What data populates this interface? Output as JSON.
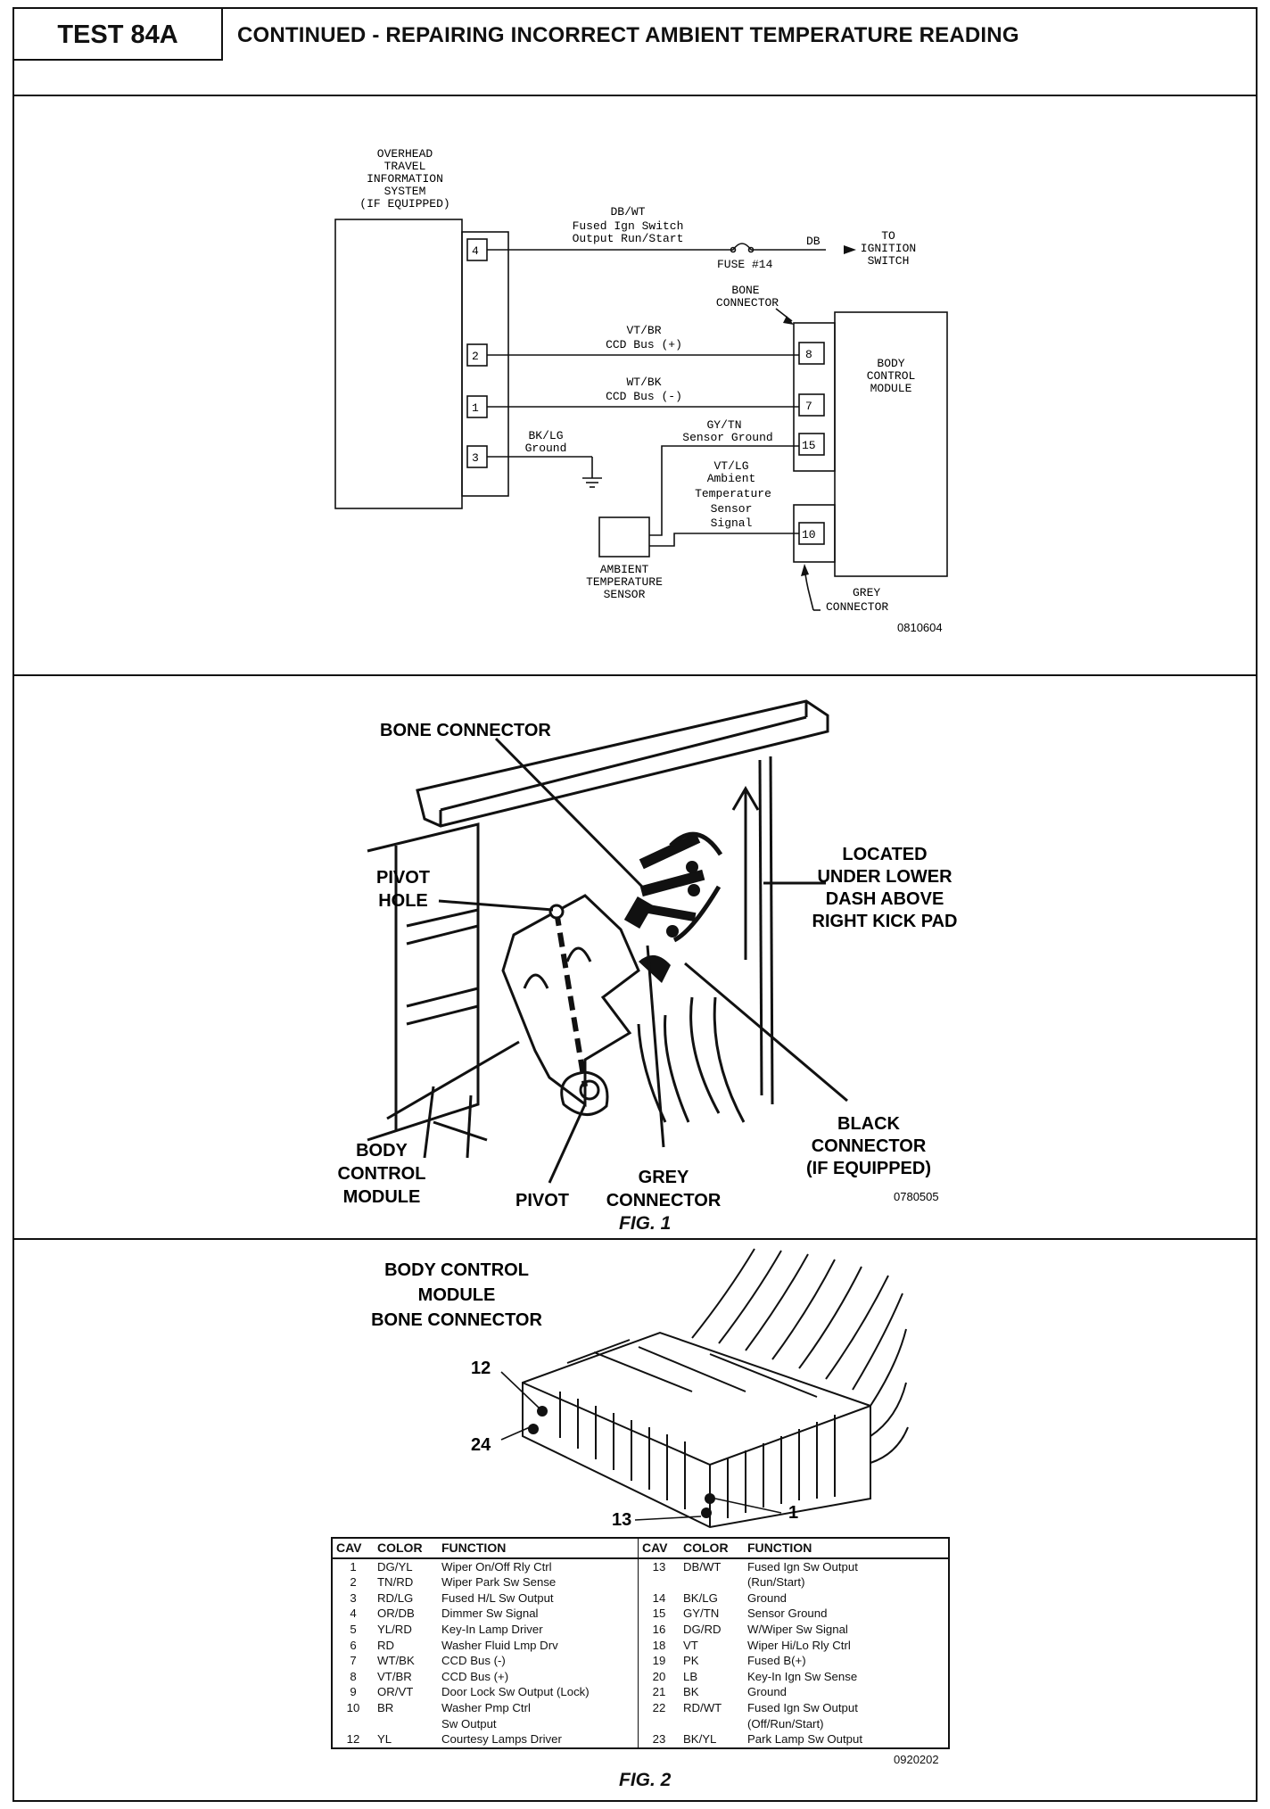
{
  "header": {
    "test_id": "TEST 84A",
    "title": "CONTINUED - REPAIRING INCORRECT AMBIENT TEMPERATURE READING"
  },
  "wiring_diagram": {
    "otis_label": [
      "OVERHEAD",
      "TRAVEL",
      "INFORMATION",
      "SYSTEM",
      "(IF EQUIPPED)"
    ],
    "pins": [
      "4",
      "2",
      "1",
      "3"
    ],
    "wire_4_color": "DB/WT",
    "wire_4_desc": [
      "Fused Ign Switch",
      "Output Run/Start"
    ],
    "fuse_label": "FUSE #14",
    "fuse_out_color": "DB",
    "to_ignition": [
      "TO",
      "IGNITION",
      "SWITCH"
    ],
    "bone_connector": [
      "BONE",
      "CONNECTOR"
    ],
    "wire_2_color": "VT/BR",
    "wire_2_desc": "CCD Bus (+)",
    "wire_1_color": "WT/BK",
    "wire_1_desc": "CCD Bus (-)",
    "wire_3_color": "BK/LG",
    "wire_3_desc": "Ground",
    "wire_15_color": "GY/TN",
    "wire_15_desc": "Sensor Ground",
    "wire_10_color": "VT/LG",
    "wire_10_desc": [
      "Ambient",
      "Temperature",
      "Sensor",
      "Signal"
    ],
    "bcm_pins": [
      "8",
      "7",
      "15",
      "10"
    ],
    "bcm_label": [
      "BODY",
      "CONTROL",
      "MODULE"
    ],
    "sensor_label": [
      "AMBIENT",
      "TEMPERATURE",
      "SENSOR"
    ],
    "grey_connector": [
      "GREY",
      "CONNECTOR"
    ],
    "code": "0810604"
  },
  "fig1": {
    "bone_connector": "BONE CONNECTOR",
    "pivot_hole": [
      "PIVOT",
      "HOLE"
    ],
    "located": [
      "LOCATED",
      "UNDER LOWER",
      "DASH ABOVE",
      "RIGHT KICK PAD"
    ],
    "black_connector": [
      "BLACK",
      "CONNECTOR",
      "(IF EQUIPPED)"
    ],
    "body_control_module": [
      "BODY",
      "CONTROL",
      "MODULE"
    ],
    "pivot": "PIVOT",
    "grey_connector": [
      "GREY",
      "CONNECTOR"
    ],
    "code": "0780505",
    "caption": "FIG. 1"
  },
  "fig2": {
    "title": [
      "BODY CONTROL",
      "MODULE",
      "BONE CONNECTOR"
    ],
    "callouts": [
      "12",
      "24",
      "13",
      "1"
    ],
    "table_headers": [
      "CAV",
      "COLOR",
      "FUNCTION",
      "CAV",
      "COLOR",
      "FUNCTION"
    ],
    "left_rows": [
      {
        "cav": "1",
        "color": "DG/YL",
        "function": "Wiper On/Off Rly Ctrl"
      },
      {
        "cav": "2",
        "color": "TN/RD",
        "function": "Wiper Park Sw Sense"
      },
      {
        "cav": "3",
        "color": "RD/LG",
        "function": "Fused H/L Sw Output"
      },
      {
        "cav": "4",
        "color": "OR/DB",
        "function": "Dimmer Sw Signal"
      },
      {
        "cav": "5",
        "color": "YL/RD",
        "function": "Key-In Lamp Driver"
      },
      {
        "cav": "6",
        "color": "RD",
        "function": "Washer Fluid Lmp Drv"
      },
      {
        "cav": "7",
        "color": "WT/BK",
        "function": "CCD Bus (-)"
      },
      {
        "cav": "8",
        "color": "VT/BR",
        "function": "CCD Bus (+)"
      },
      {
        "cav": "9",
        "color": "OR/VT",
        "function": "Door Lock Sw Output (Lock)"
      },
      {
        "cav": "10",
        "color": "BR",
        "function": "Washer Pmp Ctrl"
      },
      {
        "cav": "",
        "color": "",
        "function": "Sw Output"
      },
      {
        "cav": "12",
        "color": "YL",
        "function": "Courtesy Lamps Driver"
      }
    ],
    "right_rows": [
      {
        "cav": "13",
        "color": "DB/WT",
        "function": "Fused Ign Sw Output"
      },
      {
        "cav": "",
        "color": "",
        "function": "(Run/Start)"
      },
      {
        "cav": "14",
        "color": "BK/LG",
        "function": "Ground"
      },
      {
        "cav": "15",
        "color": "GY/TN",
        "function": "Sensor Ground"
      },
      {
        "cav": "16",
        "color": "DG/RD",
        "function": "W/Wiper Sw Signal"
      },
      {
        "cav": "18",
        "color": "VT",
        "function": "Wiper Hi/Lo Rly Ctrl"
      },
      {
        "cav": "19",
        "color": "PK",
        "function": "Fused B(+)"
      },
      {
        "cav": "20",
        "color": "LB",
        "function": "Key-In Ign Sw Sense"
      },
      {
        "cav": "21",
        "color": "BK",
        "function": "Ground"
      },
      {
        "cav": "22",
        "color": "RD/WT",
        "function": "Fused Ign Sw Output"
      },
      {
        "cav": "",
        "color": "",
        "function": "(Off/Run/Start)"
      },
      {
        "cav": "23",
        "color": "BK/YL",
        "function": "Park Lamp Sw Output"
      }
    ],
    "code": "0920202",
    "caption": "FIG. 2"
  }
}
